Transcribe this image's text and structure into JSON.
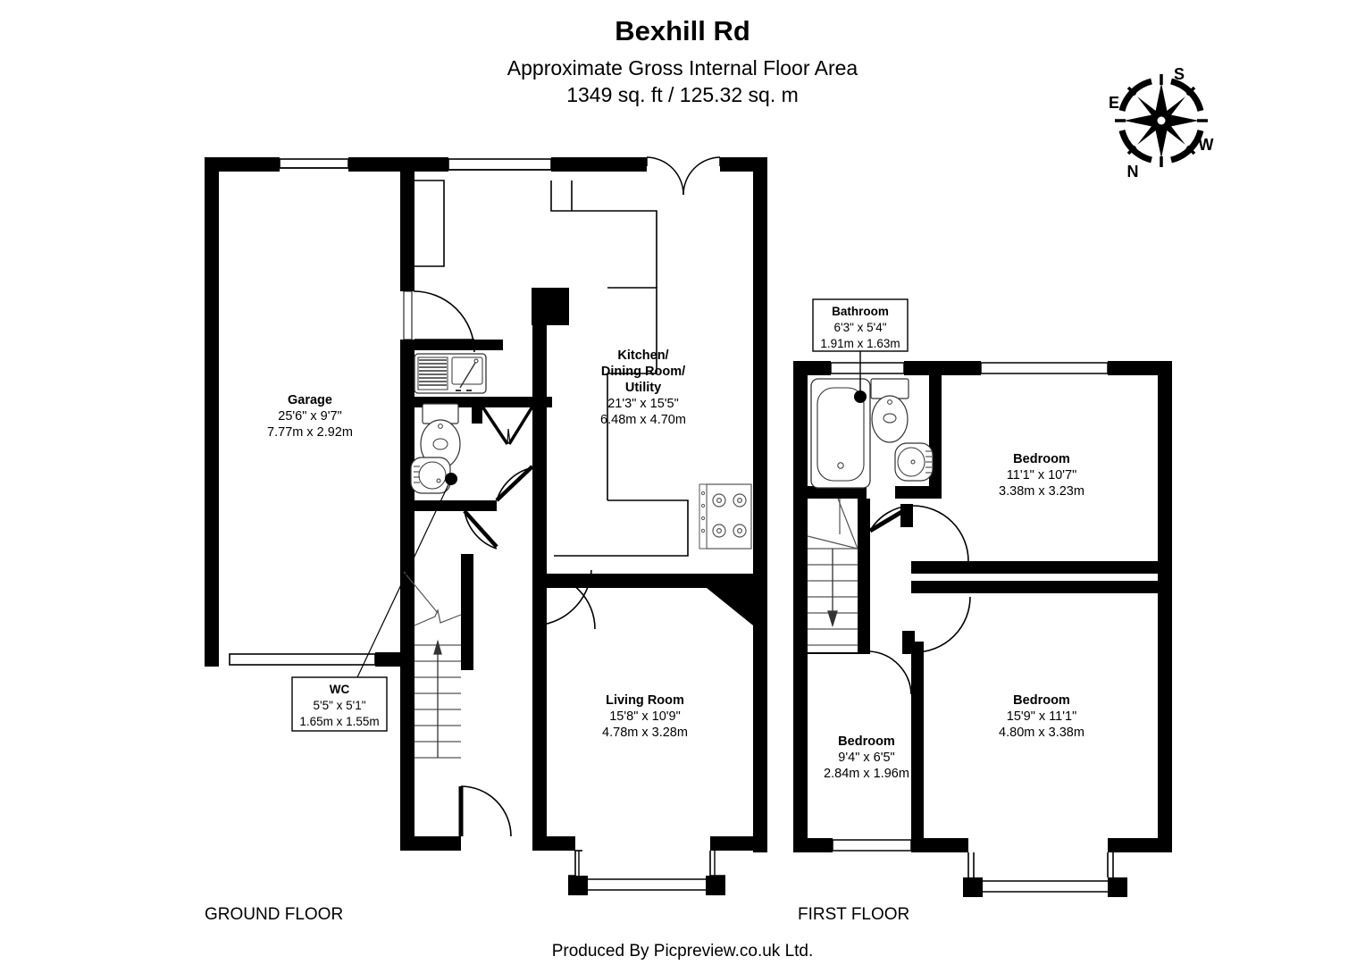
{
  "header": {
    "title": "Bexhill Rd",
    "subtitle_line1": "Approximate Gross Internal Floor Area",
    "subtitle_line2": "1349 sq. ft / 125.32 sq. m",
    "area_sqft": "1349 sq. ft",
    "area_sqm": "125.32 sq. m"
  },
  "compass": {
    "name": "compass-rose",
    "labels": {
      "top_right": "S",
      "top_left": "E",
      "bottom_left": "N",
      "bottom_right": "W"
    }
  },
  "floors": [
    {
      "id": "ground",
      "label": "GROUND FLOOR"
    },
    {
      "id": "first",
      "label": "FIRST FLOOR"
    }
  ],
  "rooms": {
    "garage": {
      "name": "Garage",
      "dim_imperial": "25'6\" x 9'7\"",
      "dim_metric": "7.77m x 2.92m",
      "floor": "ground"
    },
    "kitchen": {
      "name_line1": "Kitchen/",
      "name_line2": "Dining Room/",
      "name_line3": "Utility",
      "dim_imperial": "21'3\" x 15'5\"",
      "dim_metric": "6.48m x 4.70m",
      "floor": "ground"
    },
    "wc": {
      "name": "WC",
      "dim_imperial": "5'5\" x 5'1\"",
      "dim_metric": "1.65m x 1.55m",
      "floor": "ground",
      "boxed": true
    },
    "living": {
      "name": "Living Room",
      "dim_imperial": "15'8\" x 10'9\"",
      "dim_metric": "4.78m x 3.28m",
      "floor": "ground"
    },
    "bathroom": {
      "name": "Bathroom",
      "dim_imperial": "6'3\" x 5'4\"",
      "dim_metric": "1.91m x 1.63m",
      "floor": "first",
      "boxed": true
    },
    "bedroom1": {
      "name": "Bedroom",
      "dim_imperial": "11'1\" x 10'7\"",
      "dim_metric": "3.38m x 3.23m",
      "floor": "first"
    },
    "bedroom2": {
      "name": "Bedroom",
      "dim_imperial": "15'9\" x 11'1\"",
      "dim_metric": "4.80m x 3.38m",
      "floor": "first"
    },
    "bedroom3": {
      "name": "Bedroom",
      "dim_imperial": "9'4\" x 6'5\"",
      "dim_metric": "2.84m x 1.96m",
      "floor": "first"
    }
  },
  "footer": {
    "credit": "Produced By Picpreview.co.uk Ltd."
  },
  "colors": {
    "wall": "#000000",
    "background": "#ffffff",
    "fixture_stroke": "#555555",
    "thin_line": "#777777",
    "text": "#000000"
  }
}
